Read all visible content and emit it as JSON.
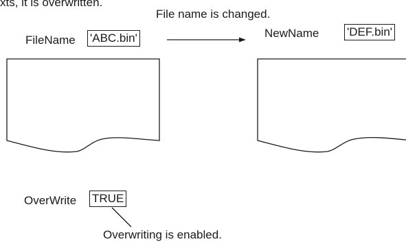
{
  "header_fragment": "xts, it is overwritten.",
  "rename_note": "File name is changed.",
  "source": {
    "label": "FileName",
    "value": "'ABC.bin'"
  },
  "target": {
    "label": "NewName",
    "value": "'DEF.bin'"
  },
  "overwrite": {
    "label": "OverWrite",
    "value": "TRUE",
    "note": "Overwriting is enabled."
  }
}
